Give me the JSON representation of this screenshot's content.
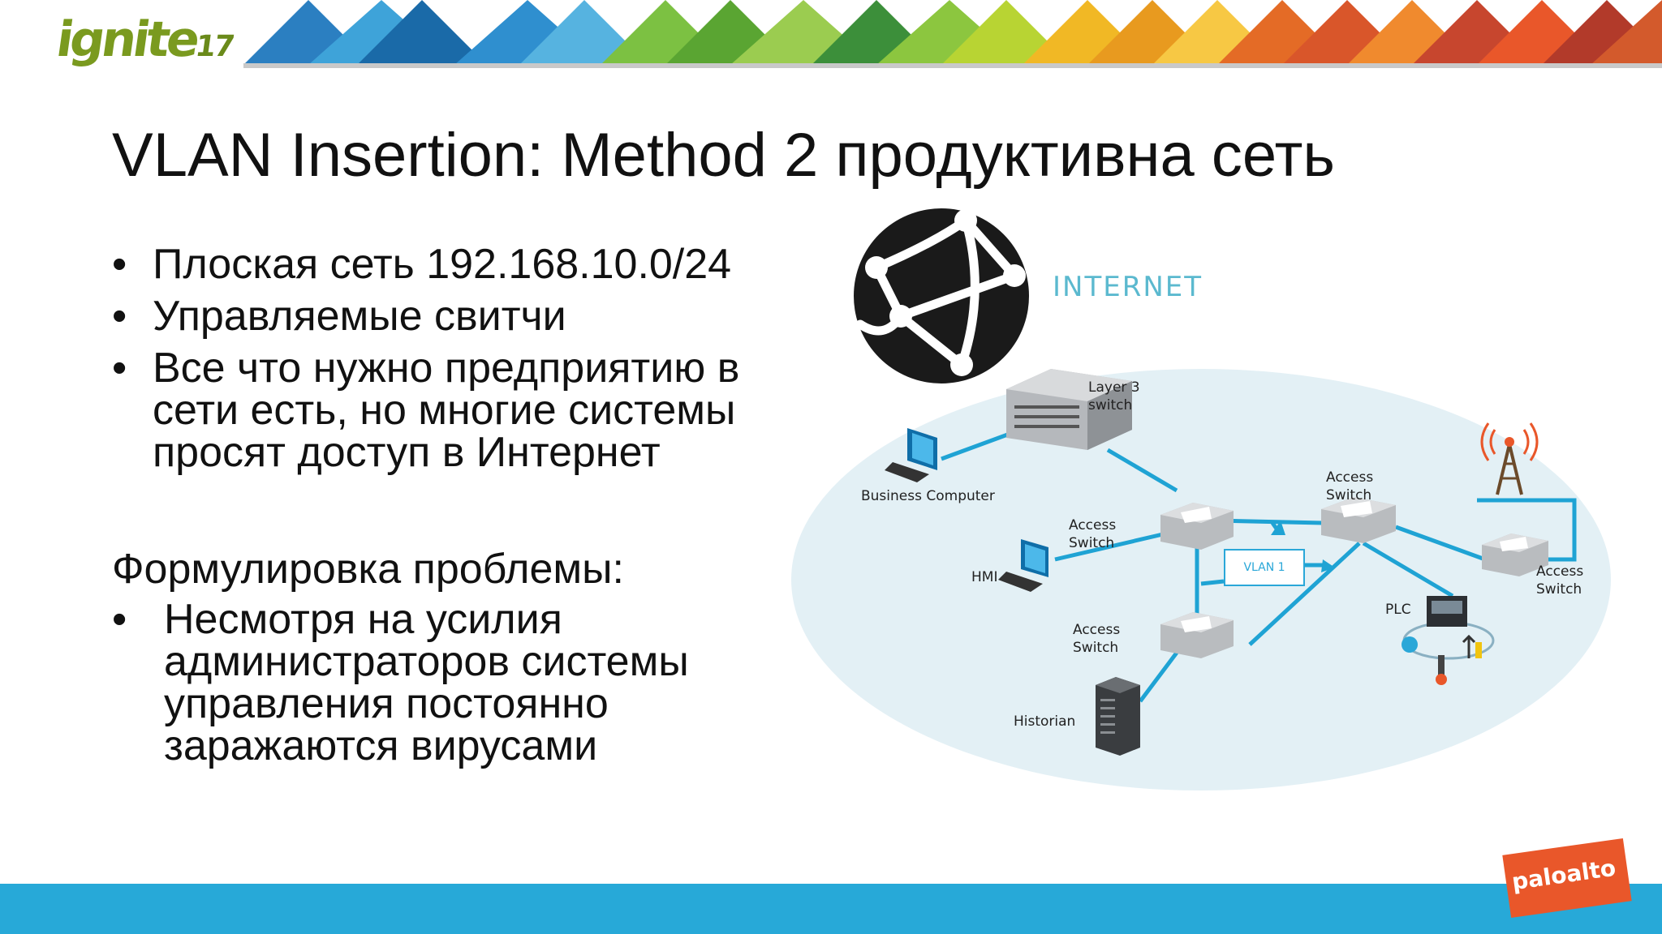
{
  "header": {
    "logo_text": "ignite",
    "logo_year": "17"
  },
  "slide": {
    "title": "VLAN Insertion: Method 2 продуктивна сеть",
    "bullets": [
      "Плоская сеть 192.168.10.0/24",
      "Управляемые свитчи",
      "Все что нужно предприятию в сети есть, но многие системы просят доступ в Интернет"
    ],
    "problem_heading": "Формулировка проблемы:",
    "problem_items": [
      "Несмотря на усилия администраторов системы управления постоянно заражаются вирусами"
    ]
  },
  "diagram": {
    "internet_label": "INTERNET",
    "labels": {
      "layer3_switch": "Layer 3 switch",
      "business_computer": "Business Computer",
      "access_switch_center": "Access Switch",
      "access_switch_right": "Access Switch",
      "access_switch_far_right": "Access Switch",
      "access_switch_lower": "Access Switch",
      "hmi": "HMI",
      "plc": "PLC",
      "historian": "Historian",
      "vlan": "VLAN 1"
    },
    "colors": {
      "link": "#1fa3d4",
      "cloud": "#e3f0f5"
    }
  },
  "footer": {
    "brand": "paloalto",
    "bar_color": "#27a9d8",
    "brand_color": "#e9572a"
  }
}
